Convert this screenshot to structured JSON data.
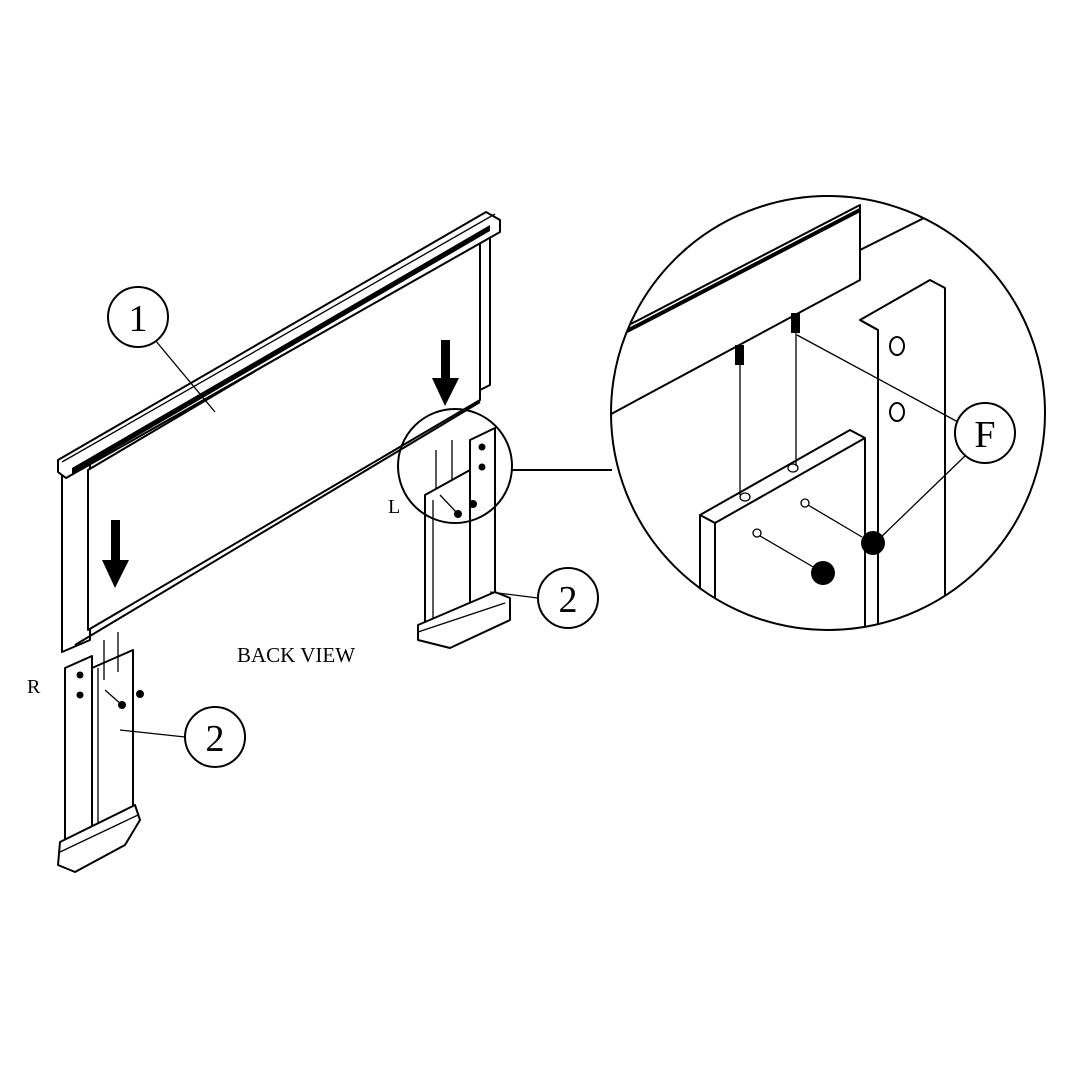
{
  "diagram": {
    "view_label": "BACK VIEW",
    "side_left_label": "L",
    "side_right_label": "R",
    "callouts": {
      "headboard": "1",
      "leg_left": "2",
      "leg_right": "2",
      "fastener": "F"
    },
    "line_color": "#000000",
    "background_color": "#ffffff"
  }
}
